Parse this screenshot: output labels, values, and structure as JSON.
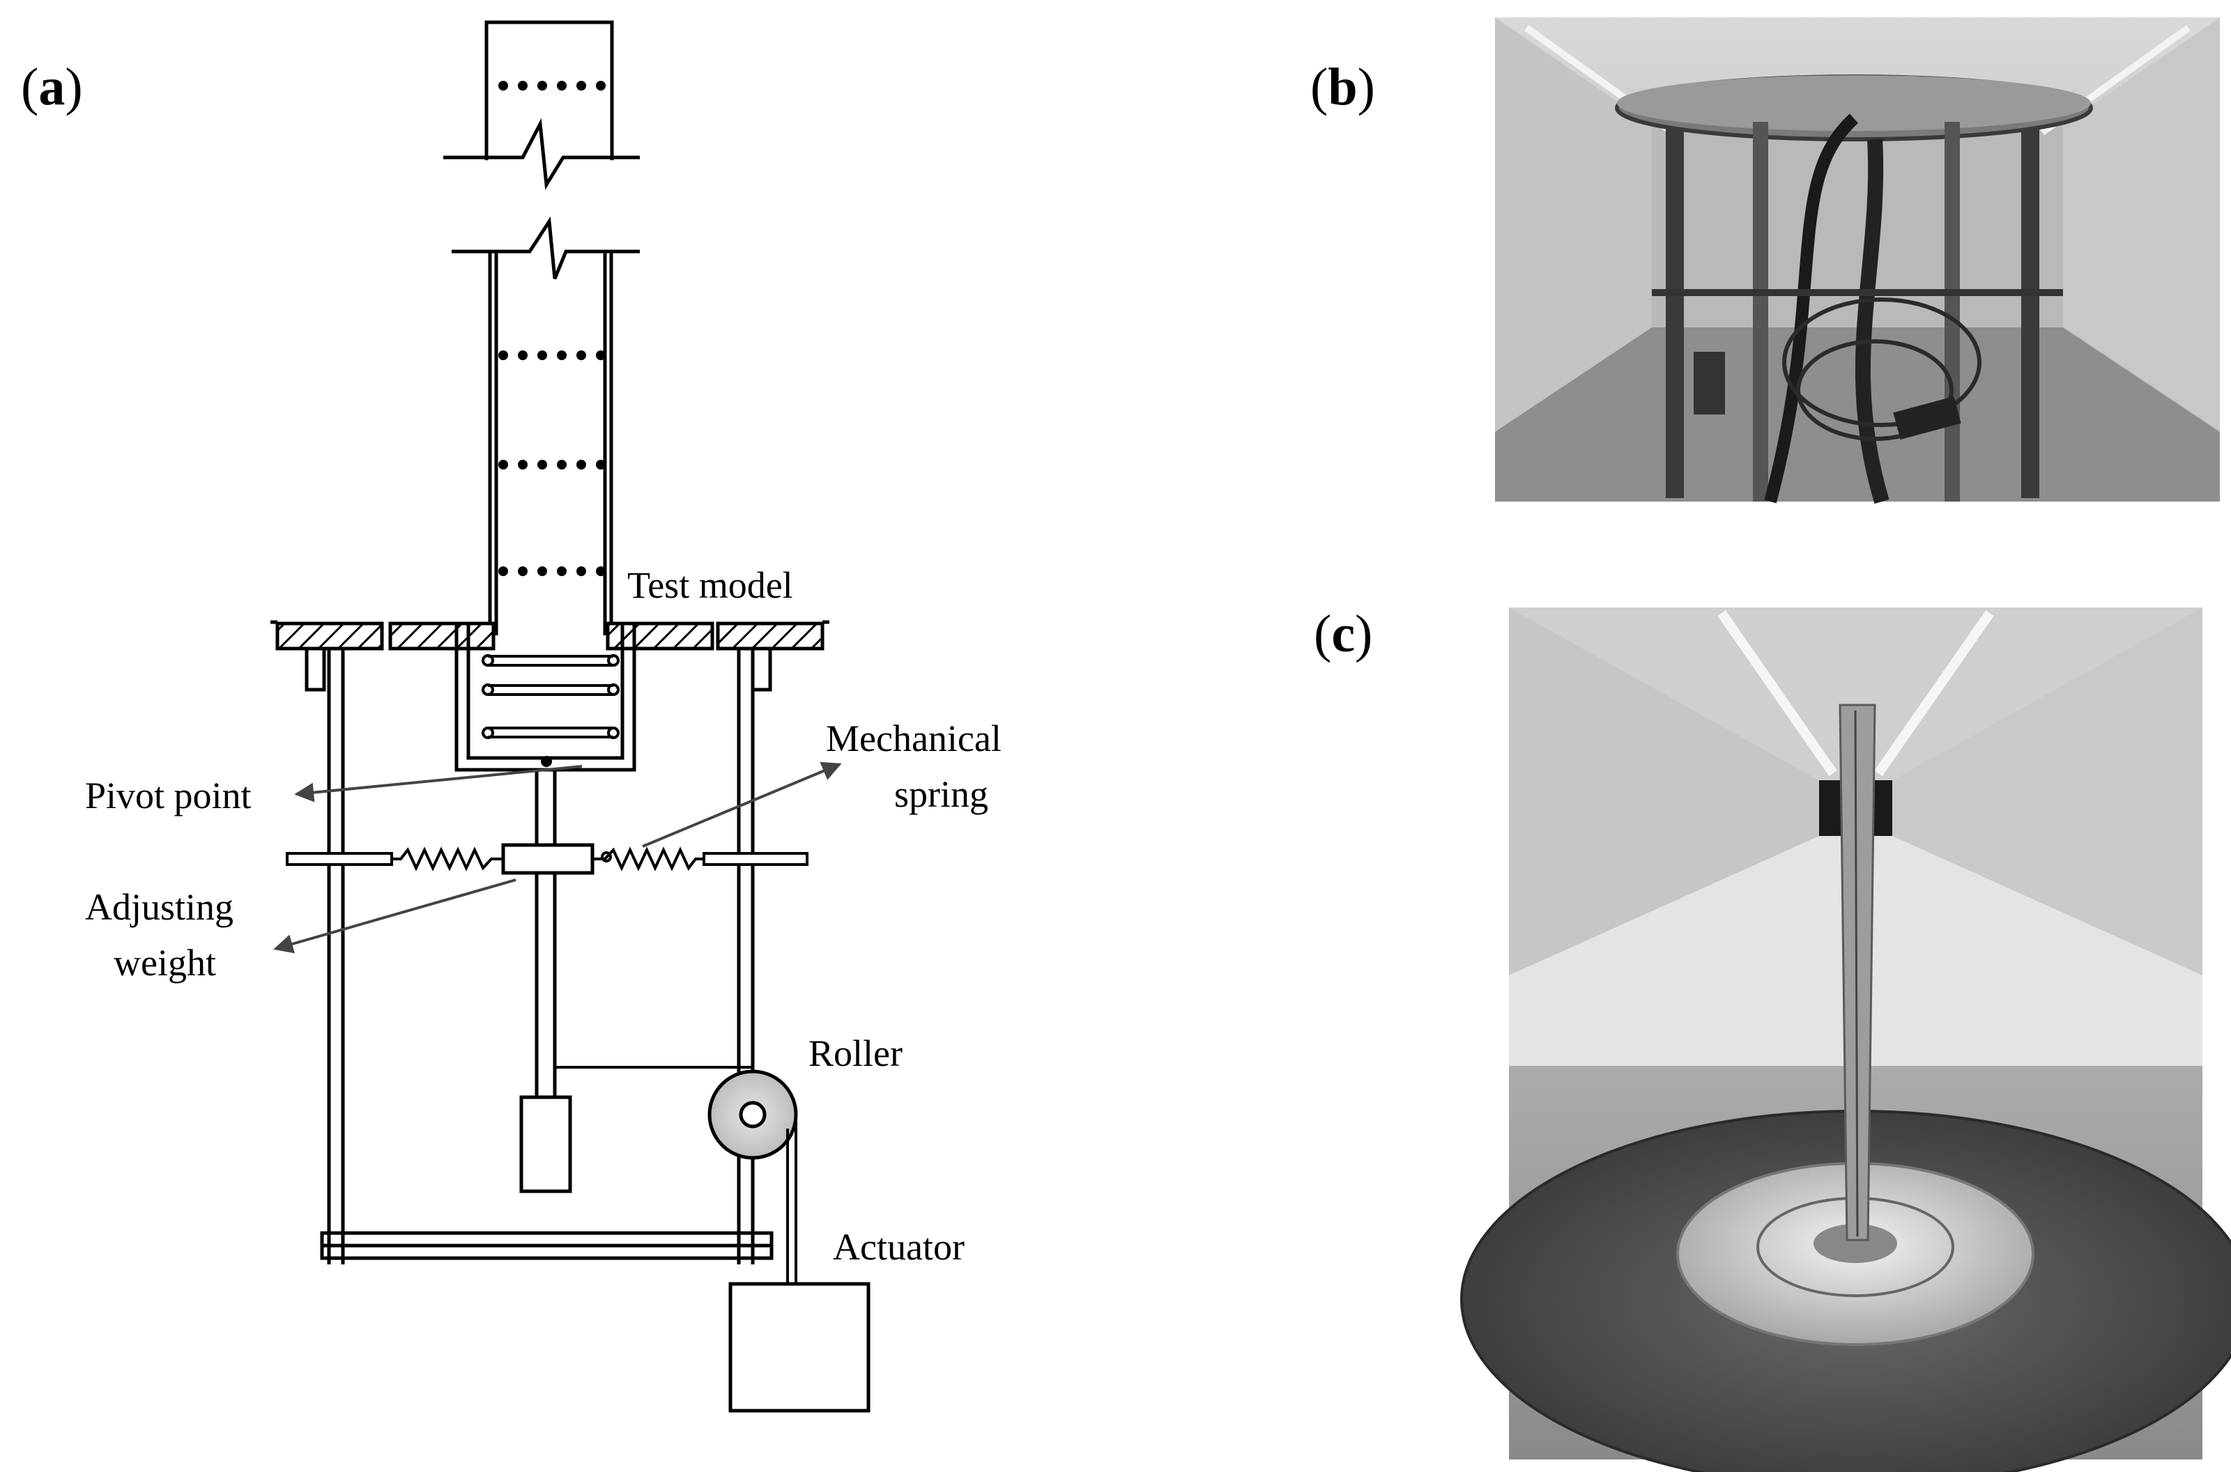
{
  "panels": {
    "a": {
      "open": "(",
      "letter": "a",
      "close": ")"
    },
    "b": {
      "open": "(",
      "letter": "b",
      "close": ")"
    },
    "c": {
      "open": "(",
      "letter": "c",
      "close": ")"
    }
  },
  "labels": {
    "test_model": "Test model",
    "mechanical_spring_line1": "Mechanical",
    "mechanical_spring_line2": "spring",
    "pivot_point": "Pivot point",
    "adjusting_weight_line1": "Adjusting",
    "adjusting_weight_line2": "weight",
    "roller": "Roller",
    "actuator": "Actuator"
  },
  "photos": {
    "b": {
      "icon": "wind-tunnel-model-underside-photo"
    },
    "c": {
      "icon": "wind-tunnel-tall-building-model-photo"
    }
  }
}
